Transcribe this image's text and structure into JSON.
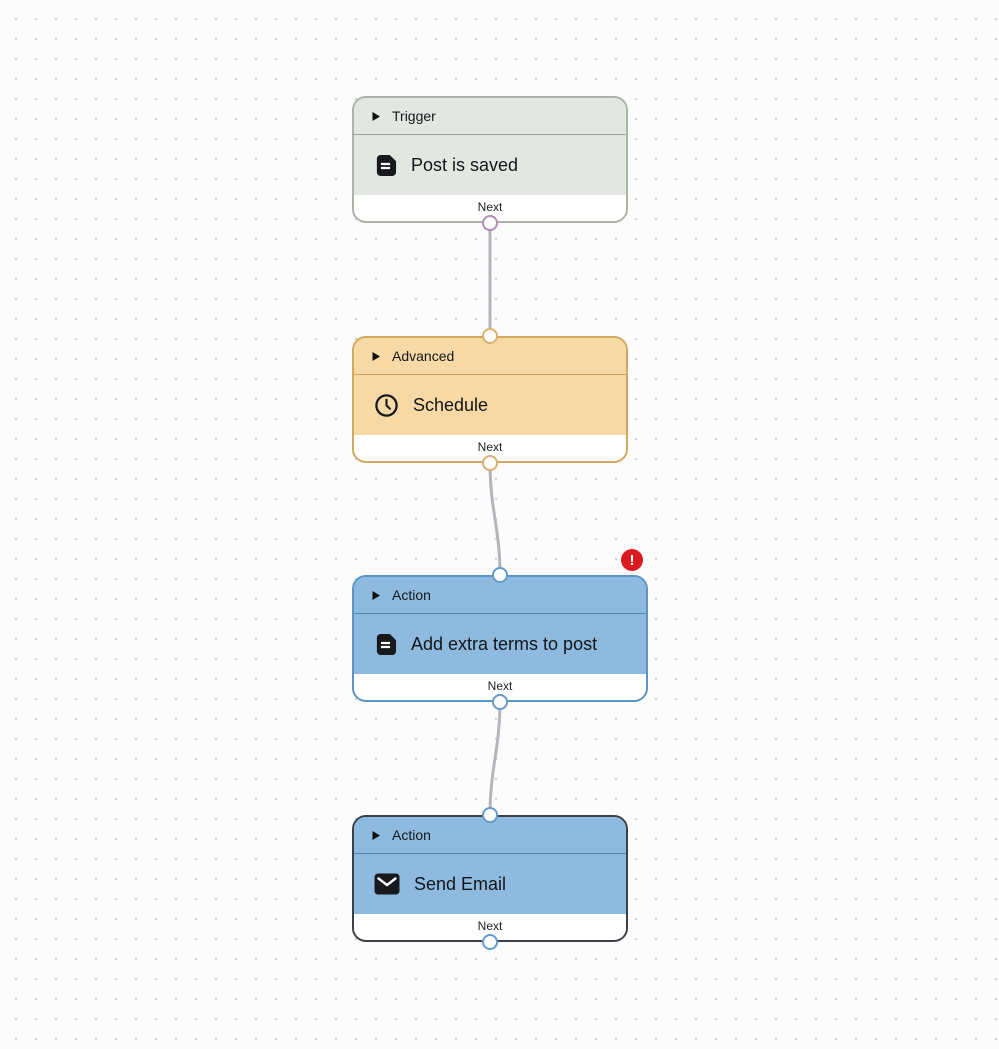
{
  "canvas": {
    "background": "#fcfcfc",
    "dot_color": "#d2d2d2"
  },
  "edges": {
    "color": "#b4b4ba"
  },
  "error_badge": {
    "symbol": "!",
    "background": "#da1a20",
    "foreground": "#ffffff"
  },
  "nodes": [
    {
      "category": "Trigger",
      "title": "Post is saved",
      "icon": "document-icon",
      "footer": "Next",
      "has_error": false,
      "selected": false,
      "colors": {
        "bg": "#e3e7e2",
        "border": "#abb3a9",
        "divider": "#99a399",
        "port": "#b48db6"
      }
    },
    {
      "category": "Advanced",
      "title": "Schedule",
      "icon": "clock-icon",
      "footer": "Next",
      "has_error": false,
      "selected": false,
      "colors": {
        "bg": "#f6d9a4",
        "border": "#d1a85f",
        "divider": "#cda258",
        "port": "#d8b071"
      }
    },
    {
      "category": "Action",
      "title": "Add extra terms to post",
      "icon": "document-icon",
      "footer": "Next",
      "has_error": true,
      "selected": false,
      "colors": {
        "bg": "#8dbade",
        "border": "#5b94c5",
        "divider": "#5184b2",
        "port": "#649bca"
      }
    },
    {
      "category": "Action",
      "title": "Send Email",
      "icon": "envelope-icon",
      "footer": "Next",
      "has_error": false,
      "selected": true,
      "colors": {
        "bg": "#8dbade",
        "border": "#3b4046",
        "divider": "#5184b2",
        "port": "#649bca"
      }
    }
  ]
}
